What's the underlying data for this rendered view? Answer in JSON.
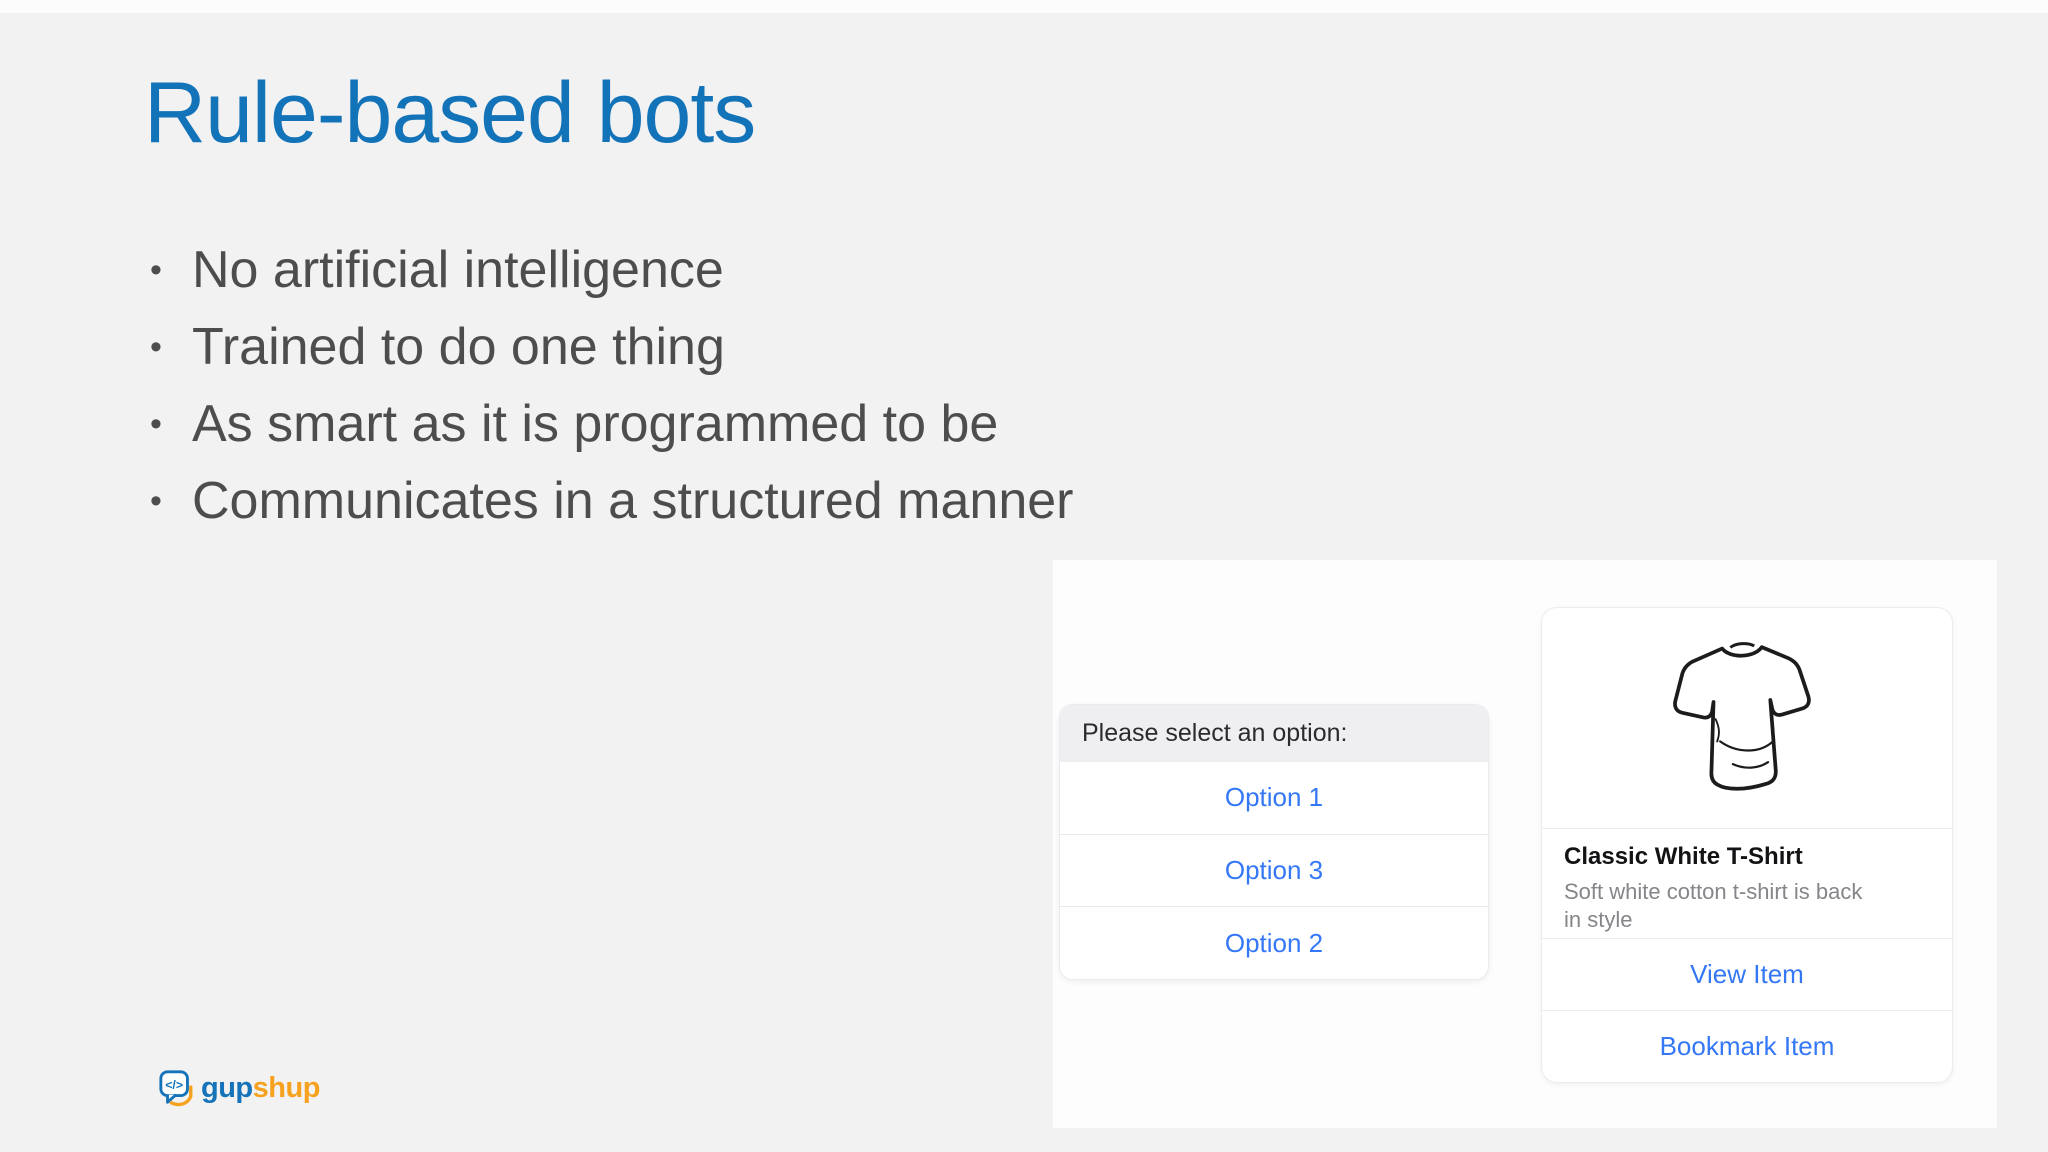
{
  "slide": {
    "title": "Rule-based bots",
    "bullets": [
      "No artificial intelligence",
      "Trained to do one thing",
      "As smart as it is programmed to be",
      "Communicates in a structured manner"
    ]
  },
  "mockup": {
    "options_panel": {
      "header": "Please select an option:",
      "options": [
        "Option 1",
        "Option 3",
        "Option 2"
      ]
    },
    "product_card": {
      "image_icon": "tshirt-illustration",
      "title": "Classic White T-Shirt",
      "description": "Soft white cotton t-shirt is back in style",
      "actions": [
        "View Item",
        "Bookmark Item"
      ]
    }
  },
  "footer": {
    "logo_icon": "gupshup-chat-code-icon",
    "logo_text_blue": "gup",
    "logo_text_orange": "shup"
  },
  "colors": {
    "slide_background": "#f3f2f2",
    "top_strip": "#fcfcfc",
    "title_blue": "#1373b9",
    "bullet_gray": "#4d4d4d",
    "mockup_background": "#fdfdfe",
    "options_header_bg": "#efeef1",
    "action_link_blue": "#3478f6",
    "description_gray": "#85858a",
    "logo_blue": "#1673b9",
    "logo_orange": "#f6a21f"
  }
}
